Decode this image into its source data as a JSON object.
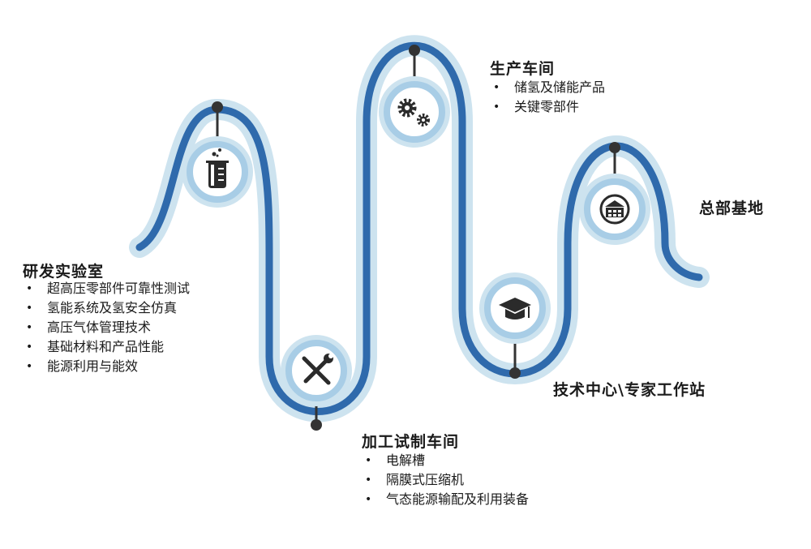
{
  "stations": [
    {
      "id": "lab",
      "title": "研发实验室",
      "icon": "beaker-icon",
      "items": [
        "超高压零部件可靠性测试",
        "氢能系统及氢安全仿真",
        "高压气体管理技术",
        "基础材料和产品性能",
        "能源利用与能效"
      ]
    },
    {
      "id": "workshop",
      "title": "加工试制车间",
      "icon": "tools-icon",
      "items": [
        "电解槽",
        "隔膜式压缩机",
        "气态能源输配及利用装备"
      ]
    },
    {
      "id": "production",
      "title": "生产车间",
      "icon": "gears-icon",
      "items": [
        "储氢及储能产品",
        "关键零部件"
      ]
    },
    {
      "id": "tech",
      "title": "技术中心\\专家工作站",
      "icon": "graduation-cap-icon",
      "items": []
    },
    {
      "id": "hq",
      "title": "总部基地",
      "icon": "headquarters-building-icon",
      "items": []
    }
  ],
  "colors": {
    "path": "#2f6aac",
    "halo": "#cde3ef",
    "icon_ring": "#a8cde6",
    "icon_fill": "#ffffff",
    "icon_dark": "#2b2b2b",
    "node": "#333333"
  }
}
